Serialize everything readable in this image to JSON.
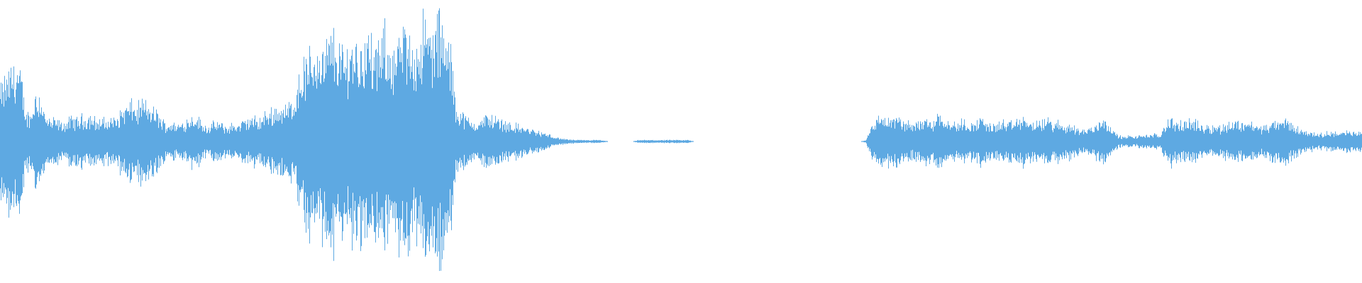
{
  "waveform": {
    "color": "#5ea9e2",
    "background": "#ffffff",
    "amplitude_envelope": [
      0.35,
      0.42,
      0.48,
      0.52,
      0.46,
      0.2,
      0.18,
      0.34,
      0.3,
      0.16,
      0.14,
      0.15,
      0.12,
      0.13,
      0.16,
      0.15,
      0.17,
      0.16,
      0.18,
      0.14,
      0.15,
      0.14,
      0.16,
      0.15,
      0.22,
      0.24,
      0.26,
      0.22,
      0.28,
      0.24,
      0.22,
      0.2,
      0.14,
      0.12,
      0.13,
      0.11,
      0.13,
      0.15,
      0.18,
      0.16,
      0.12,
      0.1,
      0.12,
      0.13,
      0.11,
      0.1,
      0.12,
      0.11,
      0.14,
      0.15,
      0.16,
      0.14,
      0.18,
      0.2,
      0.22,
      0.24,
      0.22,
      0.25,
      0.3,
      0.44,
      0.52,
      0.58,
      0.62,
      0.66,
      0.6,
      0.7,
      0.72,
      0.64,
      0.58,
      0.66,
      0.7,
      0.62,
      0.74,
      0.68,
      0.6,
      0.64,
      0.72,
      0.66,
      0.62,
      0.7,
      0.74,
      0.68,
      0.66,
      0.76,
      0.8,
      0.72,
      0.78,
      0.82,
      0.7,
      0.6,
      0.24,
      0.2,
      0.16,
      0.14,
      0.13,
      0.14,
      0.18,
      0.17,
      0.16,
      0.14,
      0.13,
      0.12,
      0.11,
      0.1,
      0.09,
      0.08,
      0.07,
      0.06,
      0.05,
      0.04,
      0.025,
      0.02,
      0.015,
      0.012,
      0.01,
      0.01,
      0.01,
      0.01,
      0.01,
      0.008,
      0.0,
      0.0,
      0.0,
      0.0,
      0.0,
      0.0,
      0.01,
      0.01,
      0.01,
      0.01,
      0.01,
      0.01,
      0.01,
      0.01,
      0.01,
      0.01,
      0.01,
      0.0,
      0.0,
      0.0,
      0.0,
      0.0,
      0.0,
      0.0,
      0.0,
      0.0,
      0.0,
      0.0,
      0.0,
      0.0,
      0.0,
      0.0,
      0.0,
      0.0,
      0.0,
      0.0,
      0.0,
      0.0,
      0.0,
      0.0,
      0.0,
      0.0,
      0.0,
      0.0,
      0.0,
      0.0,
      0.0,
      0.0,
      0.0,
      0.0,
      0.0,
      0.01,
      0.12,
      0.14,
      0.18,
      0.16,
      0.15,
      0.17,
      0.14,
      0.13,
      0.12,
      0.15,
      0.14,
      0.16,
      0.12,
      0.2,
      0.18,
      0.15,
      0.13,
      0.12,
      0.14,
      0.13,
      0.12,
      0.14,
      0.16,
      0.13,
      0.11,
      0.12,
      0.14,
      0.12,
      0.13,
      0.15,
      0.16,
      0.14,
      0.13,
      0.12,
      0.14,
      0.16,
      0.12,
      0.13,
      0.11,
      0.12,
      0.1,
      0.09,
      0.08,
      0.09,
      0.1,
      0.14,
      0.16,
      0.12,
      0.06,
      0.04,
      0.03,
      0.04,
      0.03,
      0.04,
      0.05,
      0.04,
      0.05,
      0.04,
      0.12,
      0.16,
      0.14,
      0.12,
      0.13,
      0.15,
      0.14,
      0.1,
      0.12,
      0.1,
      0.11,
      0.1,
      0.12,
      0.13,
      0.14,
      0.12,
      0.15,
      0.13,
      0.11,
      0.1,
      0.11,
      0.12,
      0.14,
      0.13,
      0.16,
      0.12,
      0.1,
      0.08,
      0.07,
      0.06,
      0.06,
      0.05,
      0.06,
      0.07,
      0.06,
      0.06,
      0.07,
      0.06,
      0.07,
      0.06
    ]
  }
}
